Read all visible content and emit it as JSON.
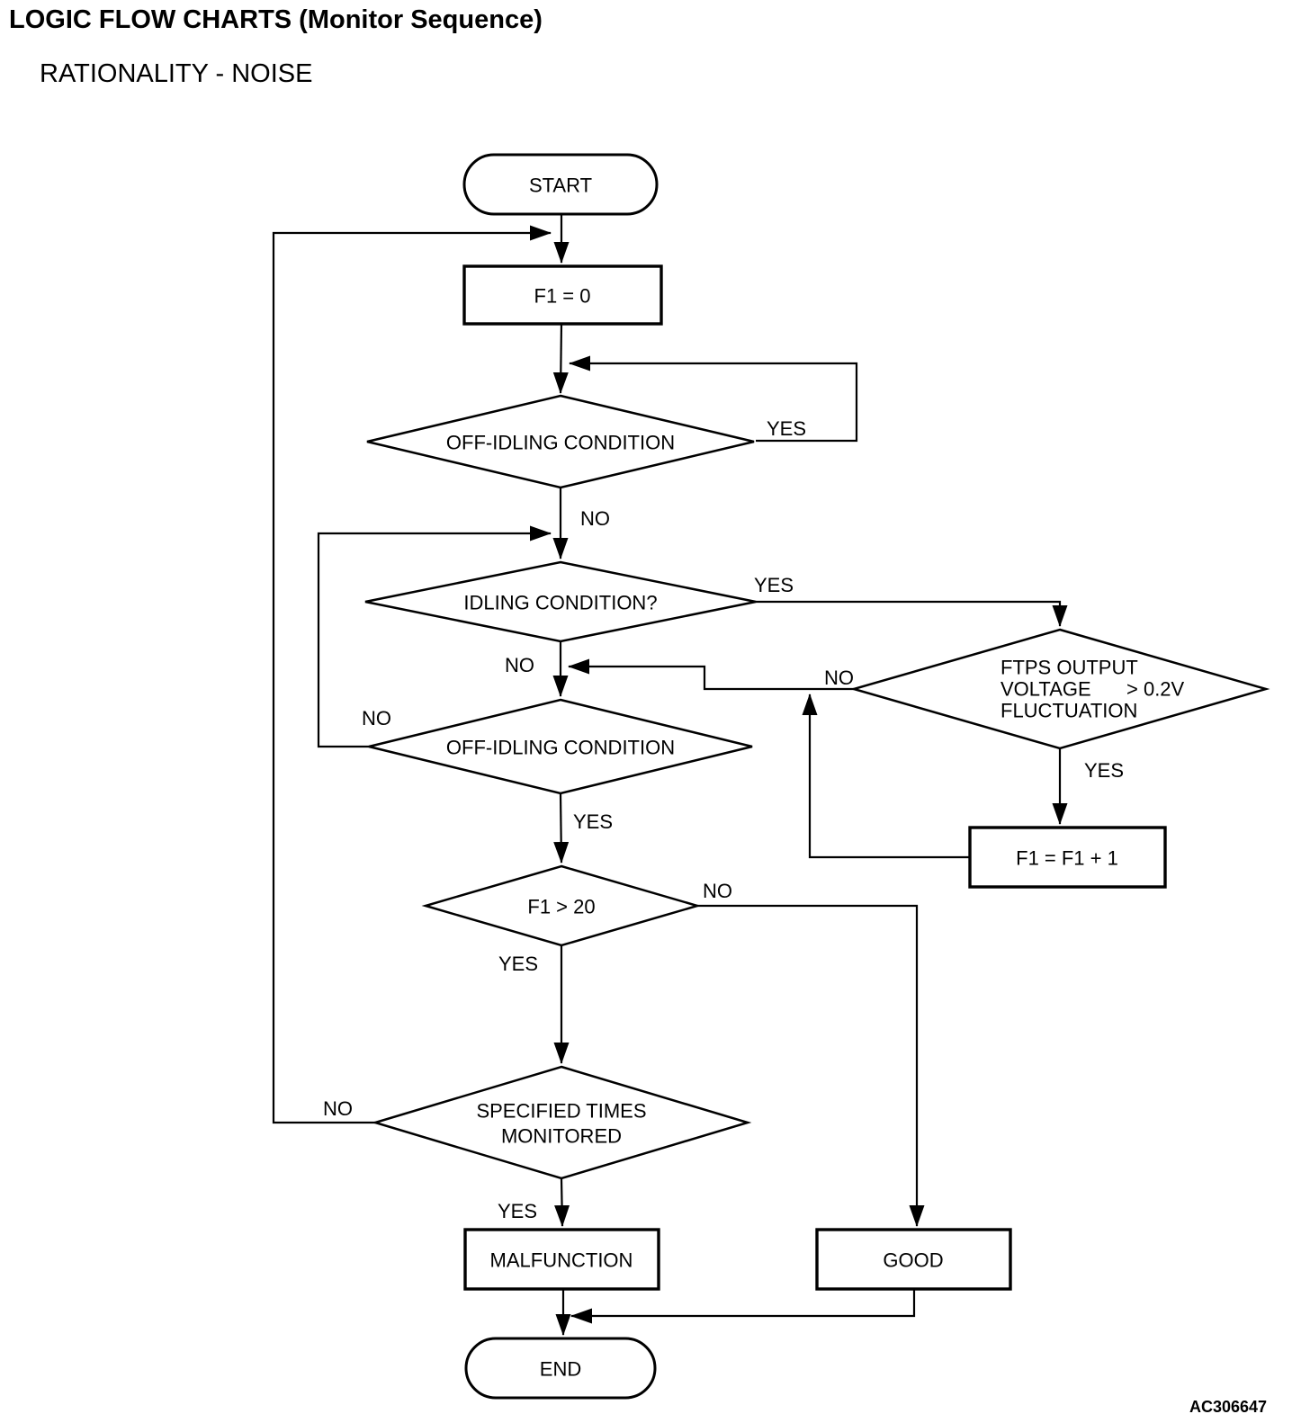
{
  "header": {
    "title": "LOGIC FLOW CHARTS (Monitor Sequence)",
    "subtitle": "RATIONALITY - NOISE"
  },
  "footer": {
    "figure_code": "AC306647"
  },
  "nodes": {
    "start": {
      "type": "terminator",
      "label": "START"
    },
    "f1_reset": {
      "type": "process",
      "label": "F1 = 0"
    },
    "off_idling_1": {
      "type": "decision",
      "label": "OFF-IDLING CONDITION"
    },
    "idling": {
      "type": "decision",
      "label": "IDLING CONDITION?"
    },
    "off_idling_2": {
      "type": "decision",
      "label": "OFF-IDLING CONDITION"
    },
    "ftps": {
      "type": "decision",
      "lines": [
        "FTPS OUTPUT",
        "VOLTAGE",
        "> 0.2V",
        "FLUCTUATION"
      ]
    },
    "f1_gt_20": {
      "type": "decision",
      "label": "F1 > 20"
    },
    "f1_increment": {
      "type": "process",
      "label": "F1 = F1 + 1"
    },
    "specified_times": {
      "type": "decision",
      "lines": [
        "SPECIFIED TIMES",
        "MONITORED"
      ]
    },
    "malfunction": {
      "type": "process",
      "label": "MALFUNCTION"
    },
    "good": {
      "type": "process",
      "label": "GOOD"
    },
    "end": {
      "type": "terminator",
      "label": "END"
    }
  },
  "edge_labels": {
    "off_idling_1_yes": "YES",
    "off_idling_1_no": "NO",
    "idling_yes": "YES",
    "idling_no": "NO",
    "off_idling_2_no": "NO",
    "off_idling_2_yes": "YES",
    "ftps_no": "NO",
    "ftps_yes": "YES",
    "f1_gt_20_no": "NO",
    "f1_gt_20_yes": "YES",
    "specified_times_no": "NO",
    "specified_times_yes": "YES"
  },
  "colors": {
    "ink": "#000000",
    "background": "#ffffff"
  }
}
